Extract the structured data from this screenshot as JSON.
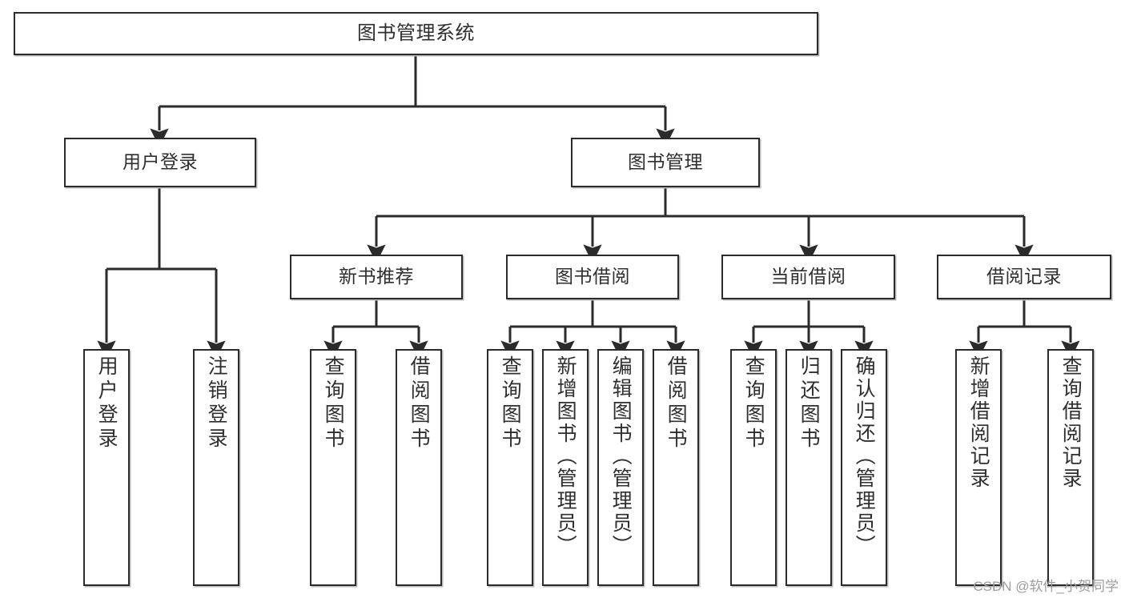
{
  "diagram": {
    "title": "图书管理系统",
    "type": "tree",
    "orientation": "top-down",
    "line_color": "#2b2b2b",
    "box_fill": "#ffffff",
    "text_color": "#2f2f2f",
    "background": "#ffffff"
  },
  "nodes": {
    "root": {
      "label": "图书管理系统"
    },
    "level2": [
      {
        "label": "用户登录"
      },
      {
        "label": "图书管理"
      }
    ],
    "level3": [
      {
        "label": "新书推荐"
      },
      {
        "label": "图书借阅"
      },
      {
        "label": "当前借阅"
      },
      {
        "label": "借阅记录"
      }
    ],
    "leaves": [
      {
        "label": "用户登录",
        "parent": "用户登录"
      },
      {
        "label": "注销登录",
        "parent": "用户登录"
      },
      {
        "label": "查询图书",
        "parent": "新书推荐"
      },
      {
        "label": "借阅图书",
        "parent": "新书推荐"
      },
      {
        "label": "查询图书",
        "parent": "图书借阅"
      },
      {
        "label": "新增图书（管理员）",
        "parent": "图书借阅"
      },
      {
        "label": "编辑图书（管理员）",
        "parent": "图书借阅"
      },
      {
        "label": "借阅图书",
        "parent": "图书借阅"
      },
      {
        "label": "查询图书",
        "parent": "当前借阅"
      },
      {
        "label": "归还图书",
        "parent": "当前借阅"
      },
      {
        "label": "确认归还（管理员）",
        "parent": "当前借阅"
      },
      {
        "label": "新增借阅记录",
        "parent": "借阅记录"
      },
      {
        "label": "查询借阅记录",
        "parent": "借阅记录"
      }
    ]
  },
  "watermark": {
    "text": "CSDN @软件_小贺同学"
  }
}
